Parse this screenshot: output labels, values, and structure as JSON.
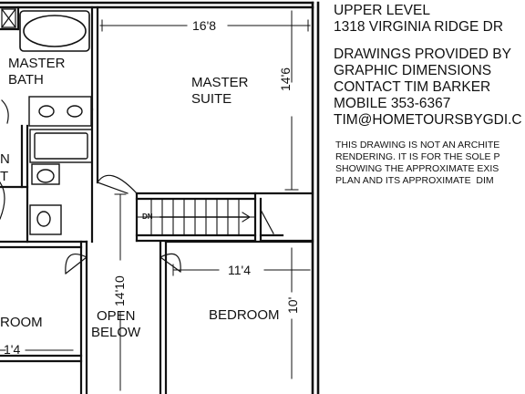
{
  "header": {
    "level": "UPPER LEVEL",
    "address": "1318 VIRGINIA RIDGE DR",
    "credit_line1": "DRAWINGS PROVIDED BY",
    "credit_line2": "GRAPHIC DIMENSIONS",
    "contact": "CONTACT TIM BARKER",
    "mobile": "MOBILE 353-6367",
    "email": "TIM@HOMETOURSBYGDI.C"
  },
  "disclaimer": {
    "line1": "THIS DRAWING IS NOT AN ARCHITE",
    "line2": "RENDERING. IT IS FOR THE SOLE P",
    "line3": "SHOWING THE APPROXIMATE EXIS",
    "line4": "PLAN AND ITS APPROXIMATE  DIM"
  },
  "rooms": {
    "master_bath_line1": "MASTER",
    "master_bath_line2": "BATH",
    "master_suite_line1": "MASTER",
    "master_suite_line2": "SUITE",
    "open_below_line1": "OPEN",
    "open_below_line2": "BELOW",
    "bedroom_right": "BEDROOM",
    "bedroom_left_partial": "ROOM",
    "partial_n": "N",
    "partial_t": "T"
  },
  "dimensions": {
    "master_suite_width": "16'8",
    "master_suite_depth": "14'6",
    "bedroom_width": "11'4",
    "bedroom_depth": "10'",
    "open_below_depth": "14'10",
    "left_partial_width": "1'4"
  },
  "stairs": {
    "direction": "DN"
  }
}
